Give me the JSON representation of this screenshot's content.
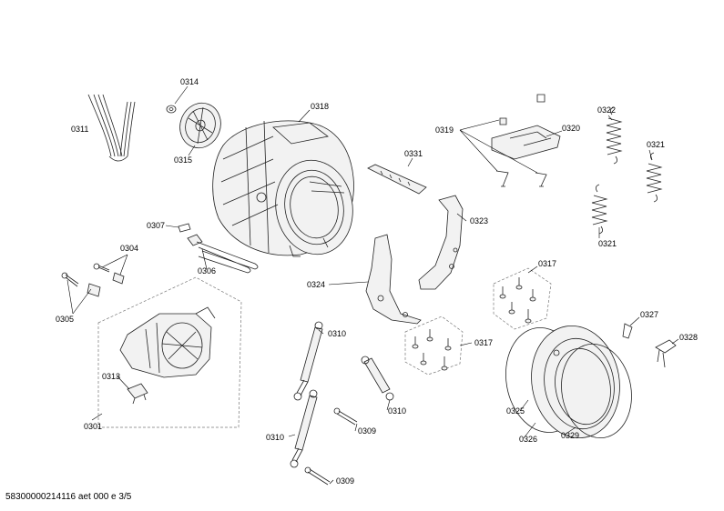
{
  "footer": "58300000214116 aet 000 e 3/5",
  "labels": {
    "l0311": "0311",
    "l0314": "0314",
    "l0315": "0315",
    "l0318": "0318",
    "l0319": "0319",
    "l0320": "0320",
    "l0322": "0322",
    "l0321a": "0321",
    "l0321b": "0321",
    "l0331": "0331",
    "l0323": "0323",
    "l0307": "0307",
    "l0304": "0304",
    "l0306": "0306",
    "l0305": "0305",
    "l0324": "0324",
    "l0317a": "0317",
    "l0317b": "0317",
    "l0313": "0313",
    "l0301": "0301",
    "l0310a": "0310",
    "l0310b": "0310",
    "l0310c": "0310",
    "l0309a": "0309",
    "l0309b": "0309",
    "l0327": "0327",
    "l0328": "0328",
    "l0325": "0325",
    "l0326": "0326",
    "l0329": "0329"
  }
}
